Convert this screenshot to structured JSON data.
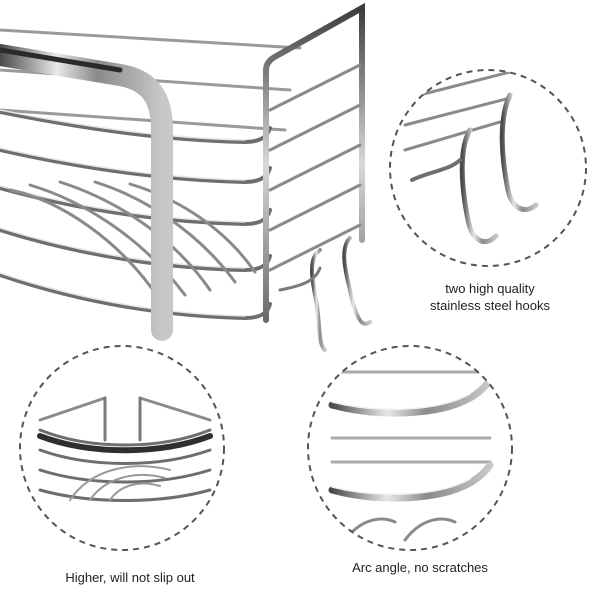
{
  "captions": {
    "hooks_line1": "two high quality",
    "hooks_line2": "stainless steel hooks",
    "higher": "Higher, will not slip out",
    "arc": "Arc angle, no scratches"
  },
  "colors": {
    "chrome_dark": "#5a5a5a",
    "chrome_mid": "#9a9a9a",
    "chrome_light": "#dcdcdc",
    "circle_border": "#555555",
    "background": "#ffffff"
  }
}
